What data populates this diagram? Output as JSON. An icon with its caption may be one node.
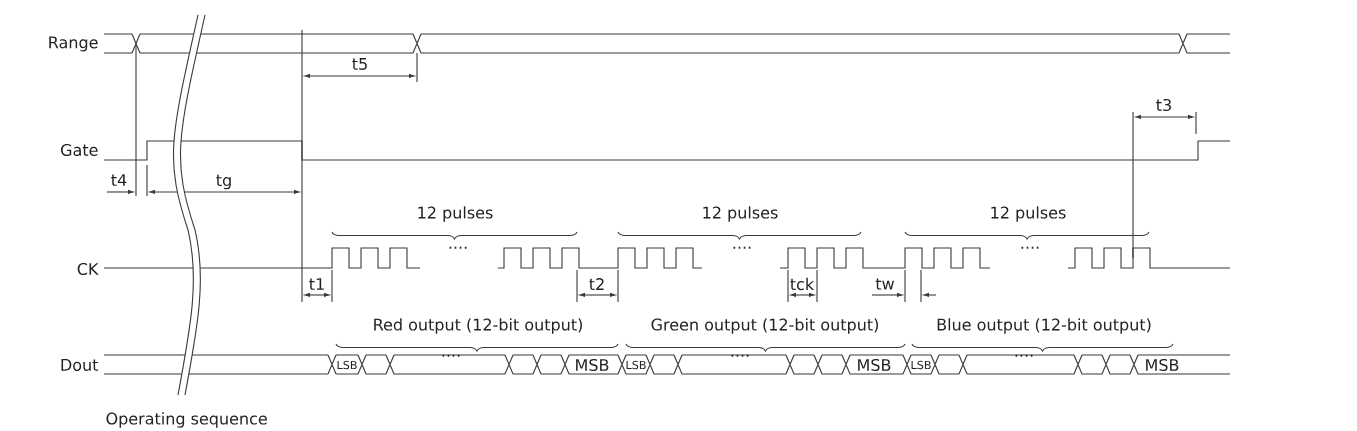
{
  "diagram": {
    "caption": "Operating sequence",
    "labels": [
      "Range",
      "t5",
      "t3",
      "Gate",
      "t4",
      "tg",
      "12 pulses",
      "12 pulses",
      "12 pulses",
      "CK",
      "····",
      "····",
      "····",
      "t1",
      "t2",
      "tck",
      "tw",
      "Red output (12-bit output)",
      "Green output (12-bit output)",
      "Blue output (12-bit output)",
      "Dout",
      "LSB",
      "····",
      "MSB",
      "LSB",
      "····",
      "MSB",
      "LSB",
      "····",
      "MSB"
    ]
  }
}
